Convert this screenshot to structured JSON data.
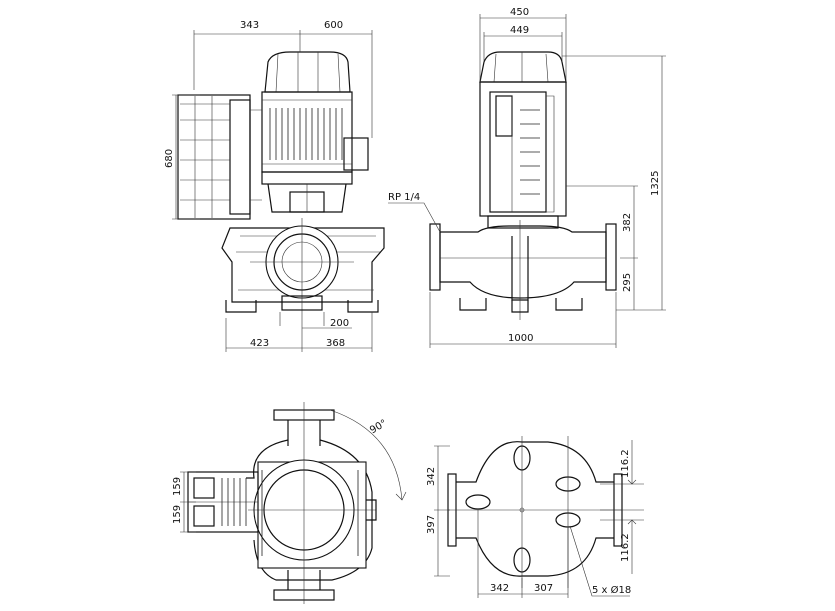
{
  "drawing": {
    "front_view": {
      "dim_top_left": "343",
      "dim_top_right": "600",
      "dim_left_height": "680",
      "dim_bottom_left": "423",
      "dim_bottom_right": "368",
      "dim_bottom_inner": "200"
    },
    "side_view": {
      "dim_top_outer": "450",
      "dim_top_inner": "449",
      "dim_total_height": "1325",
      "dim_upper_height": "382",
      "dim_lower_height": "295",
      "dim_width": "1000",
      "port_label": "RP 1/4"
    },
    "top_view": {
      "angle_label": "90°",
      "dim_left_upper": "159",
      "dim_left_lower": "159"
    },
    "base_view": {
      "dim_left_upper": "342",
      "dim_left_lower": "397",
      "dim_right_upper": "116.2",
      "dim_right_lower": "116.2",
      "dim_bottom_left": "342",
      "dim_bottom_right": "307",
      "holes_label": "5 x Ø18"
    }
  }
}
